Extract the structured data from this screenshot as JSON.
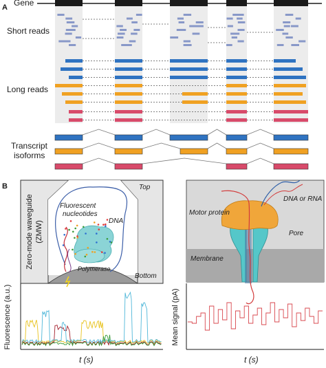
{
  "panel_a": {
    "letter": "A",
    "gene_label": "Gene",
    "short_reads_label": "Short reads",
    "long_reads_label": "Long reads",
    "transcript_label_line1": "Transcript",
    "transcript_label_line2": "isoforms"
  },
  "panel_b": {
    "letter": "B",
    "zmw_label_line1": "Zero-mode waveguide",
    "zmw_label_line2": "(ZMW)",
    "fluor_label_line1": "Fluorescent",
    "fluor_label_line2": "nucleotides",
    "dna_label": "DNA",
    "polymerase_label": "Polymerase",
    "top_label": "Top",
    "bottom_label": "Bottom",
    "motor_label": "Motor protein",
    "dna_rna_label": "DNA or RNA",
    "pore_label": "Pore",
    "membrane_label": "Membrane",
    "fluor_y_label": "Fluorescence (a.u.)",
    "signal_y_label": "Mean signal (pA)",
    "x_label_left": "t (s)",
    "x_label_right": "t (s)"
  },
  "colors": {
    "blue_read": "#2f73c1",
    "orange_read": "#f0a122",
    "red_read": "#d84a6a",
    "short_read": "#8898c8",
    "exon": "#1a1a1a",
    "highlight": "#ececec",
    "teal": "#55c7c9",
    "membrane": "#a9a9a9"
  }
}
